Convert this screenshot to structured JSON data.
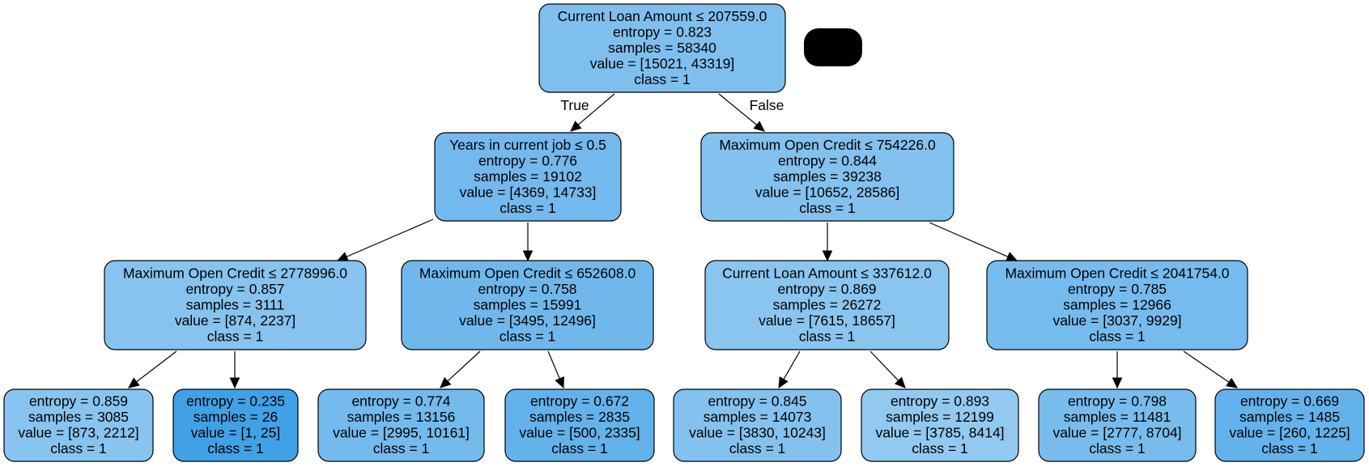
{
  "legend_blob": {
    "color": "#000000"
  },
  "nodes": [
    {
      "id": "root",
      "lines": [
        "Current Loan Amount ≤ 207559.0",
        "entropy = 0.823",
        "samples = 58340",
        "value = [15021, 43319]",
        "class = 1"
      ],
      "fill": "#7fbfee"
    },
    {
      "id": "n1",
      "lines": [
        "Years in current job ≤ 0.5",
        "entropy = 0.776",
        "samples = 19102",
        "value = [4369, 14733]",
        "class = 1"
      ],
      "fill": "#74b9ed"
    },
    {
      "id": "n2",
      "lines": [
        "Maximum Open Credit ≤ 754226.0",
        "entropy = 0.844",
        "samples = 39238",
        "value = [10652, 28586]",
        "class = 1"
      ],
      "fill": "#83c1ef"
    },
    {
      "id": "n3",
      "lines": [
        "Maximum Open Credit ≤ 2778996.0",
        "entropy = 0.857",
        "samples = 3111",
        "value = [874, 2237]",
        "class = 1"
      ],
      "fill": "#86c3ef"
    },
    {
      "id": "n4",
      "lines": [
        "Maximum Open Credit ≤ 652608.0",
        "entropy = 0.758",
        "samples = 15991",
        "value = [3495, 12496]",
        "class = 1"
      ],
      "fill": "#70b8ec"
    },
    {
      "id": "n5",
      "lines": [
        "Current Loan Amount ≤ 337612.0",
        "entropy = 0.869",
        "samples = 26272",
        "value = [7615, 18657]",
        "class = 1"
      ],
      "fill": "#8ac5f0"
    },
    {
      "id": "n6",
      "lines": [
        "Maximum Open Credit ≤ 2041754.0",
        "entropy = 0.785",
        "samples = 12966",
        "value = [3037, 9929]",
        "class = 1"
      ],
      "fill": "#76bbed"
    },
    {
      "id": "n7",
      "lines": [
        "entropy = 0.859",
        "samples = 3085",
        "value = [873, 2212]",
        "class = 1"
      ],
      "fill": "#87c4ef"
    },
    {
      "id": "n8",
      "lines": [
        "entropy = 0.235",
        "samples = 26",
        "value = [1, 25]",
        "class = 1"
      ],
      "fill": "#41a1e6"
    },
    {
      "id": "n9",
      "lines": [
        "entropy = 0.774",
        "samples = 13156",
        "value = [2995, 10161]",
        "class = 1"
      ],
      "fill": "#73baed"
    },
    {
      "id": "n10",
      "lines": [
        "entropy = 0.672",
        "samples = 2835",
        "value = [500, 2335]",
        "class = 1"
      ],
      "fill": "#63b2eb"
    },
    {
      "id": "n11",
      "lines": [
        "entropy = 0.845",
        "samples = 14073",
        "value = [3830, 10243]",
        "class = 1"
      ],
      "fill": "#83c2ef"
    },
    {
      "id": "n12",
      "lines": [
        "entropy = 0.893",
        "samples = 12199",
        "value = [3785, 8414]",
        "class = 1"
      ],
      "fill": "#92c9f1"
    },
    {
      "id": "n13",
      "lines": [
        "entropy = 0.798",
        "samples = 11481",
        "value = [2777, 8704]",
        "class = 1"
      ],
      "fill": "#78bced"
    },
    {
      "id": "n14",
      "lines": [
        "entropy = 0.669",
        "samples = 1485",
        "value = [260, 1225]",
        "class = 1"
      ],
      "fill": "#63b2eb"
    }
  ],
  "edges": [
    {
      "from": "root",
      "to": "n1",
      "label": "True"
    },
    {
      "from": "root",
      "to": "n2",
      "label": "False"
    },
    {
      "from": "n1",
      "to": "n3",
      "label": ""
    },
    {
      "from": "n1",
      "to": "n4",
      "label": ""
    },
    {
      "from": "n2",
      "to": "n5",
      "label": ""
    },
    {
      "from": "n2",
      "to": "n6",
      "label": ""
    },
    {
      "from": "n3",
      "to": "n7",
      "label": ""
    },
    {
      "from": "n3",
      "to": "n8",
      "label": ""
    },
    {
      "from": "n4",
      "to": "n9",
      "label": ""
    },
    {
      "from": "n4",
      "to": "n10",
      "label": ""
    },
    {
      "from": "n5",
      "to": "n11",
      "label": ""
    },
    {
      "from": "n5",
      "to": "n12",
      "label": ""
    },
    {
      "from": "n6",
      "to": "n13",
      "label": ""
    },
    {
      "from": "n6",
      "to": "n14",
      "label": ""
    }
  ]
}
